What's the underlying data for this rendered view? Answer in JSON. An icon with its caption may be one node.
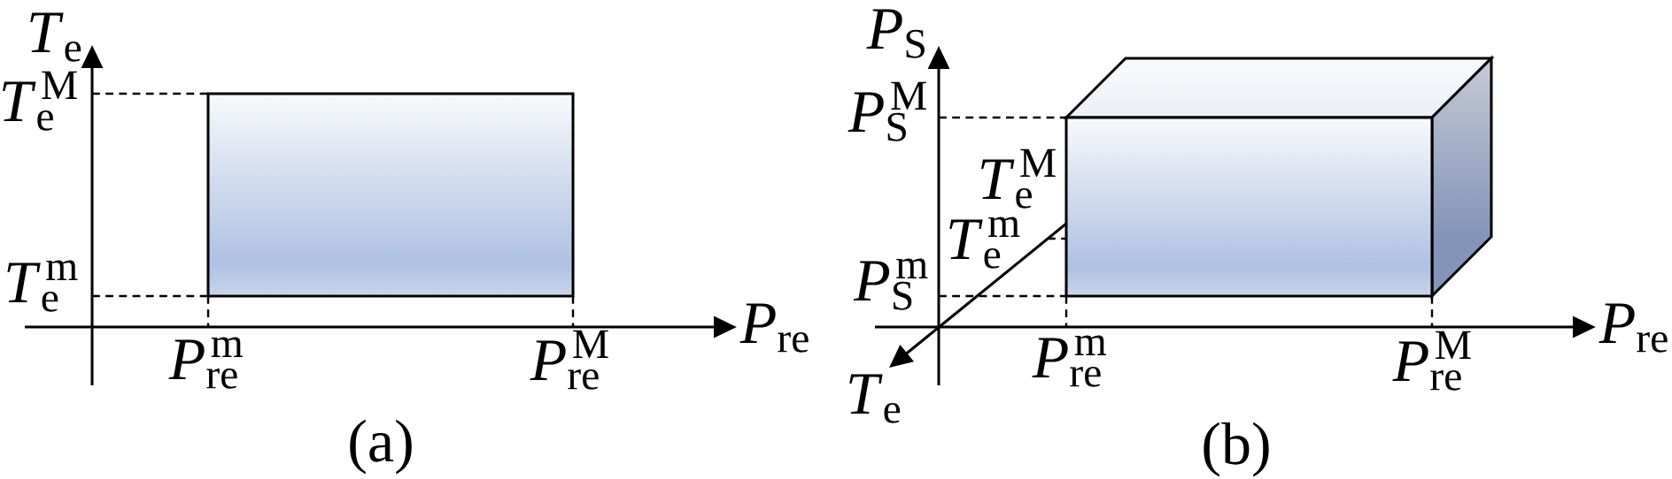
{
  "diagram": {
    "labels": [
      "*T*$_{e}$",
      "*T*$_{e}$$^{M}$",
      "*T*$_{e}$$^{m}$",
      "*P*$_{re}$$^{m}$",
      "*P*$_{re}$$^{M}$",
      "*P*$_{re}$",
      "(a)",
      "*P*$_{S}$",
      "*P*$_{S}$$^{M}$",
      "*T*$_{e}$$^{M}$",
      "*T*$_{e}$$^{m}$",
      "*P*$_{S}$$^{m}$",
      "*P*$_{re}$$^{m}$",
      "*P*$_{re}$$^{M}$",
      "*P*$_{re}$",
      "*T*$_{e}$",
      "(b)"
    ]
  }
}
